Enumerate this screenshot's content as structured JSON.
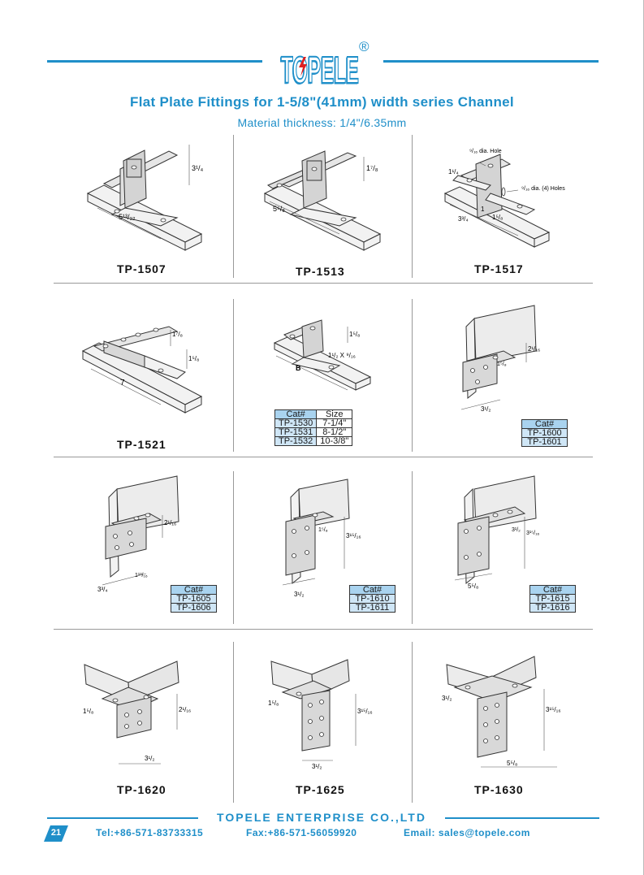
{
  "header": {
    "brand": "TOPELE",
    "registered": "®",
    "title": "Flat Plate Fittings for 1-5/8\"(41mm) width series Channel",
    "subtitle": "Material thickness: 1/4\"/6.35mm"
  },
  "items": [
    {
      "label": "TP-1507",
      "dims": [
        "3¹/₄",
        "5¹³/₃₂"
      ]
    },
    {
      "label": "TP-1513",
      "dims": [
        "1⁷/₈",
        "5⁵/₈"
      ]
    },
    {
      "label": "TP-1517",
      "dims": [
        "⁹/₁₆ dia. Hole",
        "1¹/₄",
        "⁹/₁₆ dia. (4) Holes",
        "3³/₄",
        "1",
        "1⁵/₈"
      ]
    },
    {
      "label": "TP-1521",
      "dims": [
        "1⁷/₈",
        "1⁵/₈",
        "7"
      ]
    },
    {
      "label": "",
      "dims": [
        "1⁵/₈",
        "1¹/₂ X ⁹/₁₆",
        "B"
      ]
    },
    {
      "label": "",
      "dims": [
        "2¹/₁₆",
        "1⁵/₈",
        "3¹/₂"
      ]
    },
    {
      "label": "",
      "dims": [
        "2¹/₁₆",
        "3³/₄",
        "1¹³/₁₆"
      ]
    },
    {
      "label": "",
      "dims": [
        "1⁵/₈",
        "3¹⁵/₁₆",
        "3¹/₂"
      ]
    },
    {
      "label": "",
      "dims": [
        "3¹/₂",
        "3¹⁵/₁₆",
        "5⁵/₈"
      ]
    },
    {
      "label": "TP-1620",
      "dims": [
        "1⁵/₈",
        "2¹/₁₆",
        "3¹/₂"
      ]
    },
    {
      "label": "TP-1625",
      "dims": [
        "1⁵/₈",
        "3¹⁵/₁₆",
        "3¹/₂"
      ]
    },
    {
      "label": "TP-1630",
      "dims": [
        "3¹/₂",
        "3¹⁵/₁₆",
        "5⁵/₈"
      ]
    }
  ],
  "tables": {
    "sizes": {
      "headers": [
        "Cat#",
        "Size"
      ],
      "rows": [
        [
          "TP-1530",
          "7-1/4\""
        ],
        [
          "TP-1531",
          "8-1/2\""
        ],
        [
          "TP-1532",
          "10-3/8\""
        ]
      ]
    },
    "t1600": {
      "header": "Cat#",
      "rows": [
        "TP-1600",
        "TP-1601"
      ]
    },
    "t1605": {
      "header": "Cat#",
      "rows": [
        "TP-1605",
        "TP-1606"
      ]
    },
    "t1610": {
      "header": "Cat#",
      "rows": [
        "TP-1610",
        "TP-1611"
      ]
    },
    "t1615": {
      "header": "Cat#",
      "rows": [
        "TP-1615",
        "TP-1616"
      ]
    }
  },
  "footer": {
    "company": "TOPELE ENTERPRISE CO.,LTD",
    "page": "21",
    "tel": "Tel:+86-571-83733315",
    "fax": "Fax:+86-571-56059920",
    "email": "Email: sales@topele.com"
  },
  "colors": {
    "accent": "#1f8fc9",
    "logo_red": "#e02020",
    "table_header": "#a9d3ef"
  }
}
